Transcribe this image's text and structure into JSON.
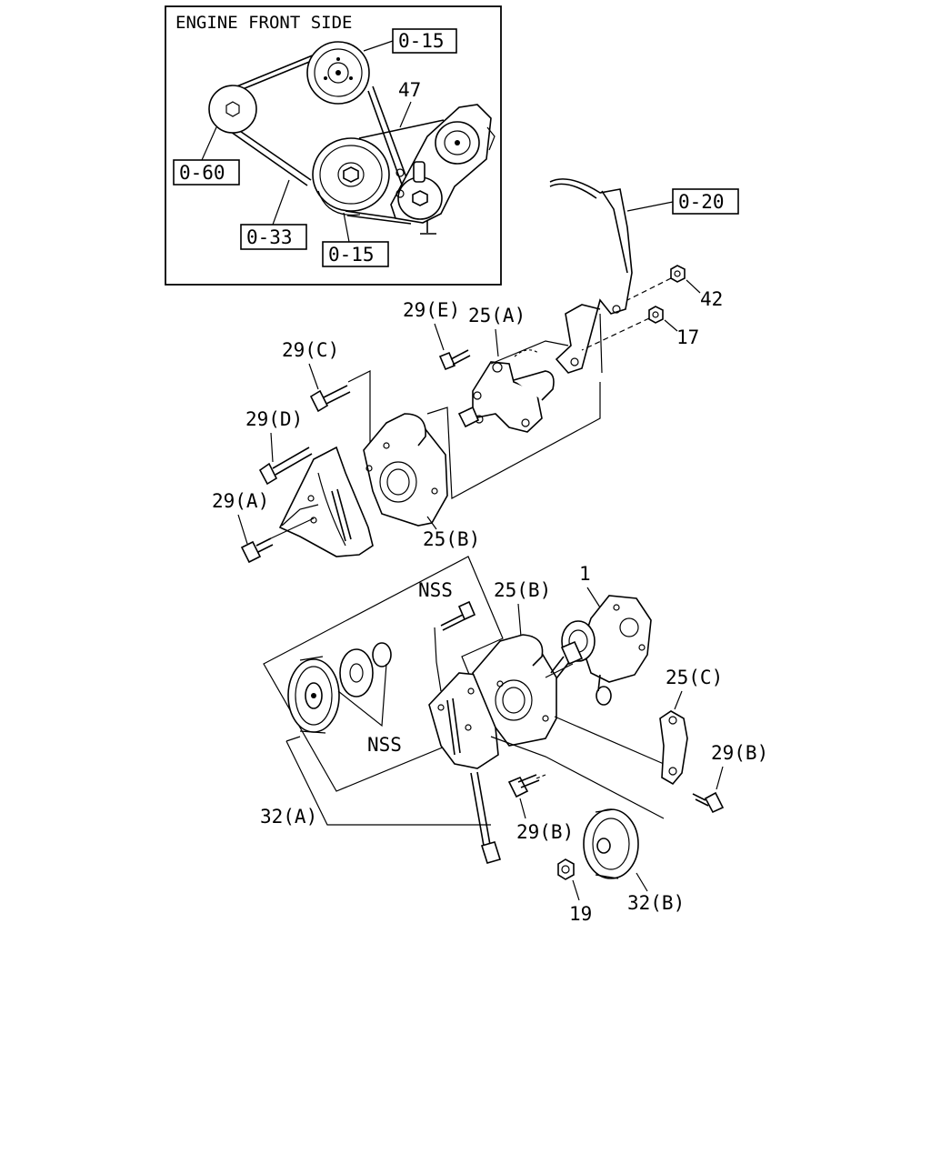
{
  "inset": {
    "title": "ENGINE FRONT SIDE",
    "refs": {
      "top_pulley": "0-15",
      "belt": "47",
      "left_pulley": "0-60",
      "crank_pulley": "0-33",
      "bottom_pulley": "0-15"
    }
  },
  "refs": {
    "engine_cover": "0-20"
  },
  "labels": {
    "nut_42": "42",
    "nut_17": "17",
    "bolt_29e": "29(E)",
    "bracket_25a": "25(A)",
    "bolt_29c": "29(C)",
    "bolt_29d": "29(D)",
    "bolt_29a": "29(A)",
    "bracket_25b_upper": "25(B)",
    "nss_top": "NSS",
    "bracket_25b_lower": "25(B)",
    "pump_1": "1",
    "bracket_25c": "25(C)",
    "bolt_29b_right": "29(B)",
    "nss_pulley": "NSS",
    "pulley_32a": "32(A)",
    "bolt_29b_lower": "29(B)",
    "nut_19": "19",
    "pulley_32b": "32(B)"
  }
}
